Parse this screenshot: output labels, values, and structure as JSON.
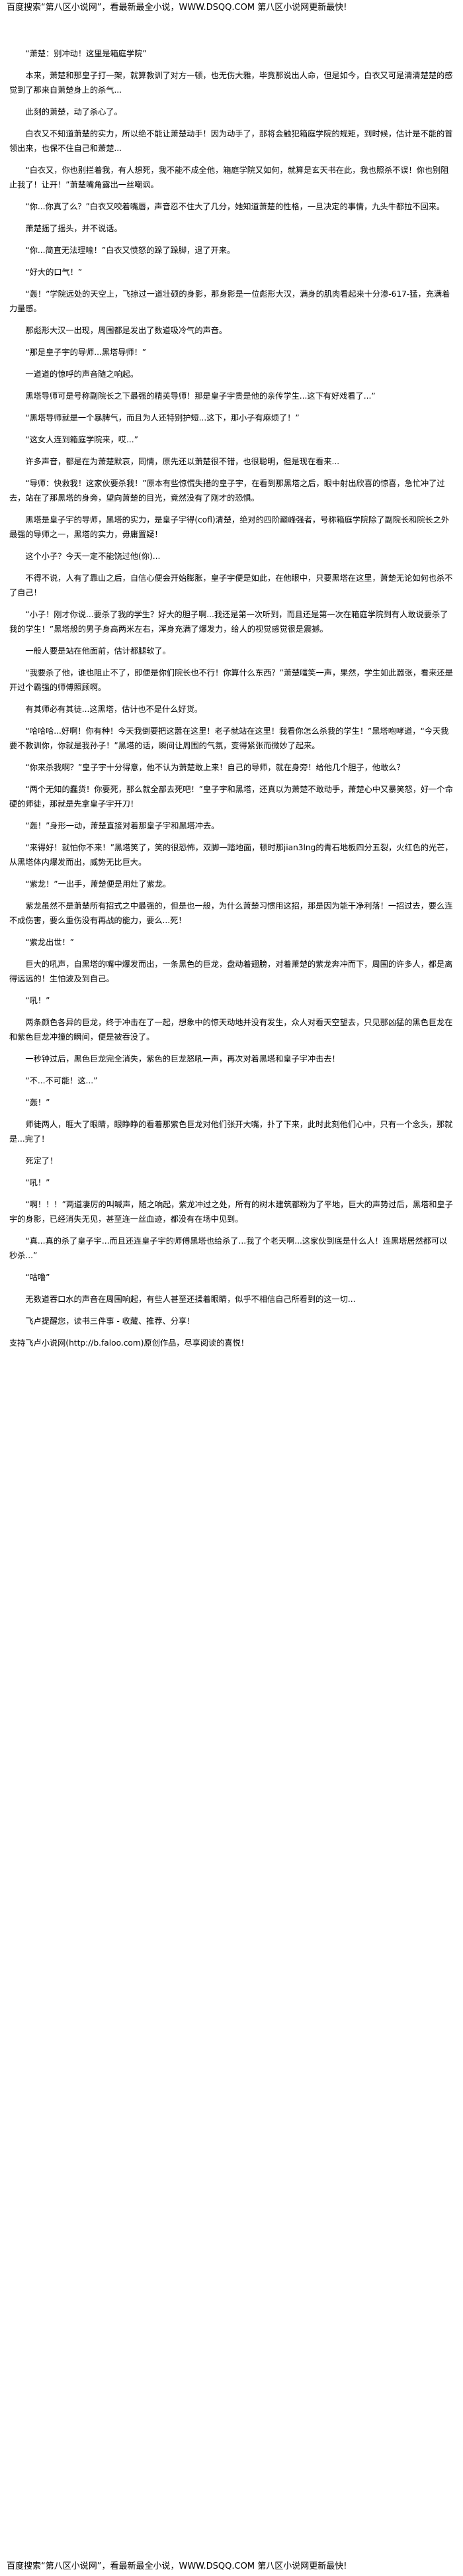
{
  "banner_top": "百度搜索“第八区小说网”，看最新最全小说，WWW.DSQQ.COM 第八区小说网更新最快!",
  "banner_bottom": "百度搜索“第八区小说网”，看最新最全小说，WWW.DSQQ.COM 第八区小说网更新最快!",
  "paragraphs": [
    "“萧楚：别冲动！这里是箱庭学院”",
    "本来，萧楚和那皇子打一架，就算教训了对方一顿，也无伤大雅，毕竟那说出人命，但是如今，白衣又可是清清楚楚的感觉到了那来自萧楚身上的杀气...",
    "此刻的萧楚，动了杀心了。",
    "白衣又不知道萧楚的实力，所以绝不能让萧楚动手！因为动手了，那将会触犯箱庭学院的规矩，到时候，估计是不能的首领出来，也保不住自己和萧楚...",
    "“白衣又，你也别拦着我，有人想死，我不能不成全他，箱庭学院又如何，就算是玄天书在此，我也照杀不误！你也别阻止我了！让开！”萧楚嘴角露出一丝嘲讽。",
    "“你...你真了么？”白衣又咬着嘴唇，声音忍不住大了几分，她知道萧楚的性格，一旦决定的事情，九头牛都拉不回来。",
    "萧楚摇了摇头，并不说话。",
    "“你...简直无法理喻！”白衣又愤怒的跺了跺脚，退了开来。",
    "“好大的口气！”",
    "“轰！”学院远处的天空上，飞掠过一道壮硕的身影，那身影是一位彪形大汉，满身的肌肉看起来十分渗-617-猛，充满着力量感。",
    "那彪形大汉一出现，周围都是发出了数道吸冷气的声音。",
    "“那是皇子宇的导师...黑塔导师！”",
    "一道道的惊呼的声音随之响起。",
    "黑塔导师可是号称副院长之下最强的精英导师！那是皇子宇贵是他的亲传学生...这下有好戏看了...”",
    "“黑塔导师就是一个暴脾气，而且为人还特别护短...这下，那小子有麻烦了！”",
    "“这女人连到箱庭学院来，哎...”",
    "许多声音，都是在为萧楚默哀，同情，原先还以萧楚很不错，也很聪明，但是现在看来...",
    "“导师：快救我！这家伙要杀我！”原本有些惊慌失措的皇子宇，在看到那黑塔之后，眼中射出欣喜的惊喜，急忙冲了过去，站在了那黑塔的身旁，望向萧楚的目光，竟然没有了刚才的恐惧。",
    "黑塔是皇子宇的导师，黑塔的实力，是皇子宇得(cofl)清楚，绝对的四阶巅峰强者，号称箱庭学院除了副院长和院长之外最强的导师之一，黑塔的实力，毋庸置疑！",
    "这个小子？今天一定不能饶过他(你)...",
    "不得不说，人有了靠山之后，自信心便会开始膨胀，皇子宇便是如此，在他眼中，只要黑塔在这里，萧楚无论如何也杀不了自己！",
    "“小子！刚才你说...要杀了我的学生？好大的胆子啊...我还是第一次听到，而且还是第一次在箱庭学院到有人敢说要杀了我的学生！”黑塔般的男子身高两米左右，浑身充满了爆发力，给人的视觉感觉很是震撼。",
    "一般人要是站在他面前，估计都腿软了。",
    "“我要杀了他，谁也阻止不了，即便是你们院长也不行！你算什么东西？”萧楚嗤笑一声，果然，学生如此嚣张，看来还是开过个霸强的师傅照顾啊。",
    "有其师必有其徒...这黑塔，估计也不是什么好货。",
    "“哈哈哈...好啊！你有种！今天我倒要把这嚣在这里！老子就站在这里！我看你怎么杀我的学生！”黑塔咆哮道，“今天我要不教训你，你就是我孙子！”黑塔的话，瞬间让周围的气氛，变得紧张而微妙了起来。",
    "“你来杀我啊？”皇子宇十分得意，他不认为萧楚敢上来！自己的导师，就在身旁！给他几个胆子，他敢么？",
    "“两个无知的蠢货！你要死，那么就全部去死吧！”皇子宇和黑塔，还真以为萧楚不敢动手，萧楚心中又暴笑怒，好一个命硬的师徒，那就是先拿皇子宇开刀！",
    "“轰！”身形一动，萧楚直接对着那皇子宇和黑塔冲去。",
    "“来得好！就怕你不来！”黑塔笑了，笑的很恐怖，双脚一踏地面，顿时那jian3lng的青石地板四分五裂，火红色的光芒，从黑塔体内爆发而出，威势无比巨大。",
    "“紫龙！”一出手，萧楚便是用灶了紫龙。",
    "紫龙虽然不是萧楚所有招式之中最强的，但是也一般，为什么萧楚习惯用这招，那是因为能干净利落！一招过去，要么连不成伤害，要么重伤没有再战的能力，要么...死！",
    "“紫龙出世！”",
    "巨大的吼声，自黑塔的嘴中爆发而出，一条黑色的巨龙，盘动着翅膀，对着萧楚的紫龙奔冲而下，周围的许多人，都是离得远远的！生怕波及到自己。",
    "“吼！”",
    "两条颜色各异的巨龙，终于冲击在了一起，想象中的惊天动地并没有发生，众人对看天空望去，只见那凶猛的黑色巨龙在和紫色巨龙冲撞的瞬间，便是被吞没了。",
    "一秒钟过后，黑色巨龙完全消失，紫色的巨龙怒吼一声，再次对着黑塔和皇子宇冲击去！",
    "“不...不可能！这...”",
    "“轰！”",
    "师徒两人，睚大了眼睛，眼睁睁的看着那紫色巨龙对他们张开大嘴，扑了下来，此时此刻他们心中，只有一个念头，那就是...完了！",
    "死定了！",
    "“吼！”",
    "“啊！！！”两道凄厉的叫喊声，随之响起，紫龙冲过之处，所有的树木建筑都粉为了平地，巨大的声势过后，黑塔和皇子宇的身影，已经消失无见，甚至连一丝血迹，都没有在场中见到。",
    "“真...真的杀了皇子宇...而且还连皇子宇的师傅黑塔也给杀了...我了个老天啊...这家伙到底是什么人！连黑塔居然都可以秒杀...”",
    "“咕噜”",
    "无数道吞口水的声音在周围响起，有些人甚至还揉着眼睛，似乎不相信自己所看到的这一切...",
    "飞卢提醒您，读书三件事 - 收藏、推荐、分享！",
    "支持飞卢小说网(http://b.faloo.com)原创作品，尽享阅读的喜悦！"
  ]
}
